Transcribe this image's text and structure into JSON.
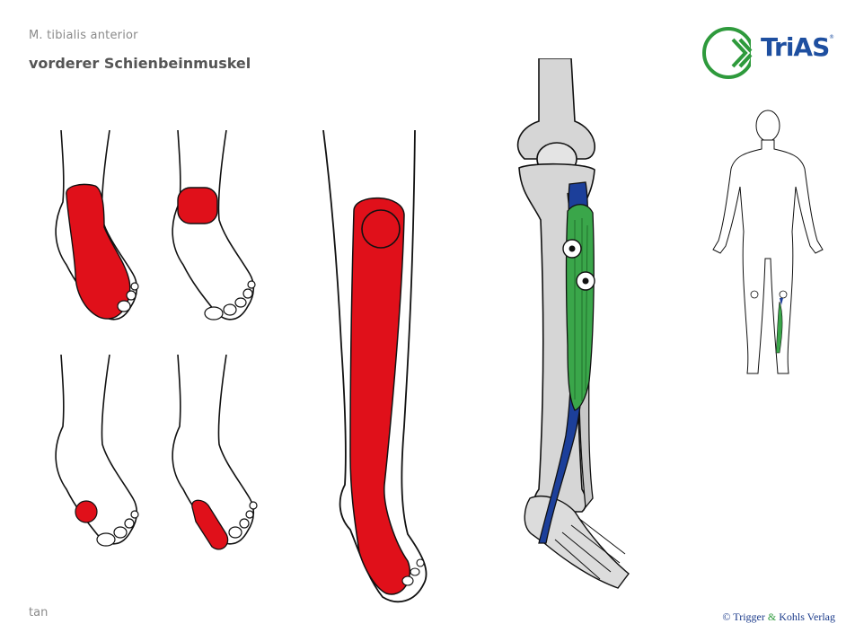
{
  "header": {
    "latin_name": "M. tibialis anterior",
    "german_name": "vorderer Schienbeinmuskel"
  },
  "footer": {
    "code": "tan",
    "copyright_prefix": "© Trigger ",
    "copyright_amp": "&",
    "copyright_suffix": " Kohls Verlag"
  },
  "logo": {
    "text": "TriAS",
    "registered": "®"
  },
  "colors": {
    "pain_red": "#e0101a",
    "muscle_green": "#3aa64a",
    "tendon_blue": "#1c3f9a",
    "bone_gray": "#cfcfcf",
    "logo_green": "#2e9a3c",
    "logo_blue": "#1e4fa0"
  }
}
